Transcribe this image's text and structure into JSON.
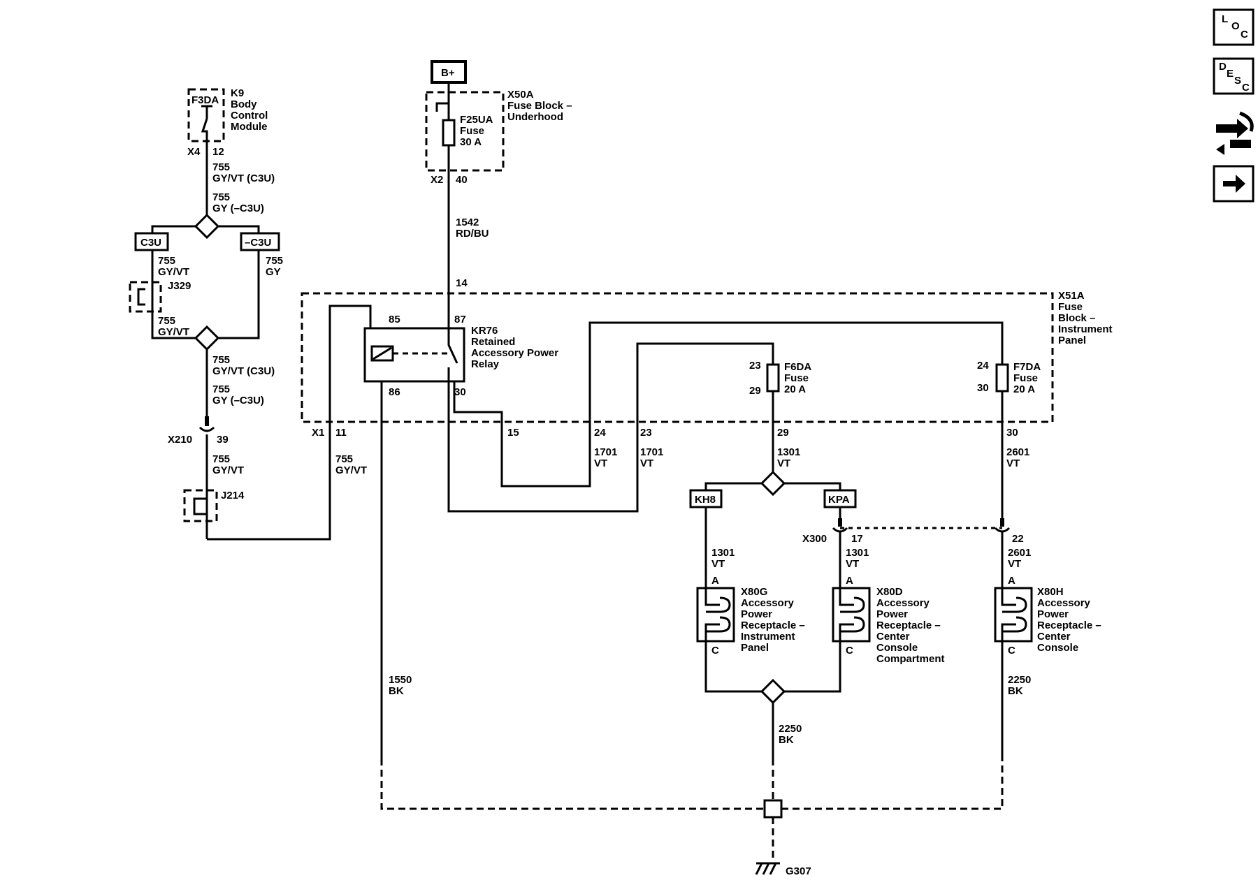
{
  "nav": {
    "loc": {
      "l": "L",
      "o": "O",
      "c": "C"
    },
    "desc": {
      "d": "D",
      "e": "E",
      "s": "S",
      "c": "C"
    }
  },
  "bplus": "B+",
  "k9": {
    "fuse": "F3DA",
    "id": "K9",
    "l1": "Body",
    "l2": "Control",
    "l3": "Module",
    "conn": "X4",
    "pin": "12"
  },
  "w755a": {
    "n": "755",
    "c": "GY/VT (C3U)"
  },
  "w755b": {
    "n": "755",
    "c": "GY (–C3U)"
  },
  "opt": {
    "c3u": "C3U",
    "nc3u": "–C3U"
  },
  "w755c": {
    "n": "755",
    "c": "GY/VT"
  },
  "w755d": {
    "n": "755",
    "c": "GY"
  },
  "j329": "J329",
  "w755e": {
    "n": "755",
    "c": "GY/VT"
  },
  "w755f": {
    "n": "755",
    "c": "GY/VT (C3U)"
  },
  "w755g": {
    "n": "755",
    "c": "GY (–C3U)"
  },
  "x210": {
    "id": "X210",
    "pin": "39"
  },
  "w755h": {
    "n": "755",
    "c": "GY/VT"
  },
  "j214": "J214",
  "x50a": {
    "id": "X50A",
    "l1": "Fuse Block –",
    "l2": "Underhood",
    "fuse": "F25UA",
    "f1": "Fuse",
    "f2": "30 A",
    "conn": "X2",
    "pin": "40"
  },
  "w1542": {
    "n": "1542",
    "c": "RD/BU"
  },
  "pin14": "14",
  "x51a": {
    "id": "X51A",
    "l1": "Fuse",
    "l2": "Block –",
    "l3": "Instrument",
    "l4": "Panel"
  },
  "kr76": {
    "p85": "85",
    "p87": "87",
    "p86": "86",
    "p30": "30",
    "id": "KR76",
    "l1": "Retained",
    "l2": "Accessory Power",
    "l3": "Relay"
  },
  "f6da": {
    "id": "F6DA",
    "l1": "Fuse",
    "l2": "20 A",
    "pa": "23",
    "pb": "29"
  },
  "f7da": {
    "id": "F7DA",
    "l1": "Fuse",
    "l2": "20 A",
    "pa": "24",
    "pb": "30"
  },
  "x1": {
    "id": "X1",
    "p11": "11",
    "p15": "15",
    "p24": "24",
    "p23": "23",
    "p29": "29",
    "p30": "30"
  },
  "w755i": {
    "n": "755",
    "c": "GY/VT"
  },
  "w1701a": {
    "n": "1701",
    "c": "VT"
  },
  "w1701b": {
    "n": "1701",
    "c": "VT"
  },
  "w1301": {
    "n": "1301",
    "c": "VT"
  },
  "w2601": {
    "n": "2601",
    "c": "VT"
  },
  "kh8": "KH8",
  "kpa": "KPA",
  "x300": {
    "id": "X300",
    "p17": "17",
    "p22": "22"
  },
  "w1301b": {
    "n": "1301",
    "c": "VT"
  },
  "w1301c": {
    "n": "1301",
    "c": "VT"
  },
  "w2601b": {
    "n": "2601",
    "c": "VT"
  },
  "x80g": {
    "a": "A",
    "c": "C",
    "id": "X80G",
    "l1": "Accessory",
    "l2": "Power",
    "l3": "Receptacle –",
    "l4": "Instrument",
    "l5": "Panel"
  },
  "x80d": {
    "a": "A",
    "c": "C",
    "id": "X80D",
    "l1": "Accessory",
    "l2": "Power",
    "l3": "Receptacle –",
    "l4": "Center",
    "l5": "Console",
    "l6": "Compartment"
  },
  "x80h": {
    "a": "A",
    "c": "C",
    "id": "X80H",
    "l1": "Accessory",
    "l2": "Power",
    "l3": "Receptacle –",
    "l4": "Center",
    "l5": "Console"
  },
  "w1550": {
    "n": "1550",
    "c": "BK"
  },
  "w2250a": {
    "n": "2250",
    "c": "BK"
  },
  "w2250b": {
    "n": "2250",
    "c": "BK"
  },
  "g307": "G307"
}
